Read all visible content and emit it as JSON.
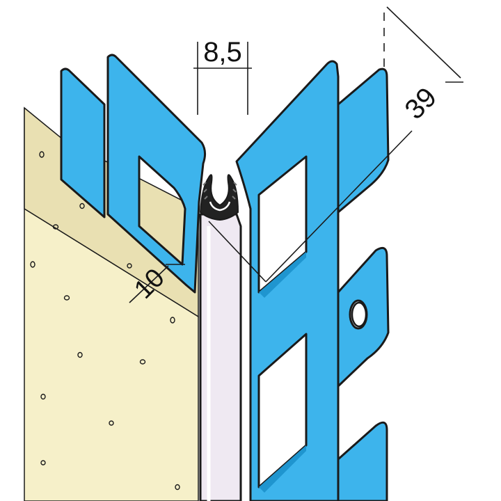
{
  "dimensions": {
    "nose_width": "8,5",
    "leg_length": "39",
    "plaster_thickness": "10"
  },
  "colors": {
    "metal_blue": "#3db4ec",
    "metal_blue_dark": "#1f95cf",
    "plaster": "#f6f0c9",
    "plaster_edge": "#e9e0b2",
    "pvc_nose": "#efe9f2",
    "outline": "#1a1a1a",
    "background": "#ffffff"
  },
  "icons": {
    "fixing_hole": "oval-hole"
  }
}
